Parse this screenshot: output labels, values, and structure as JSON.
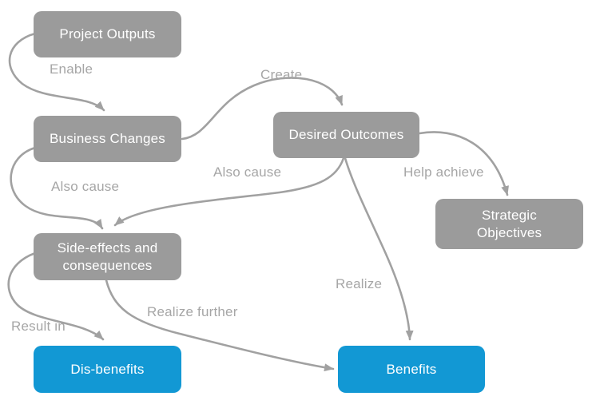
{
  "colors": {
    "node_gray": "#9b9b9b",
    "node_blue": "#1298d4",
    "arrow": "#a1a1a1",
    "edge_label_text": "#a6a6a6",
    "node_text": "#ffffff",
    "background": "#ffffff"
  },
  "nodes": [
    {
      "id": "project-outputs",
      "label": "Project Outputs",
      "style": "gray"
    },
    {
      "id": "business-changes",
      "label": "Business Changes",
      "style": "gray"
    },
    {
      "id": "desired-outcomes",
      "label": "Desired Outcomes",
      "style": "gray"
    },
    {
      "id": "strategic-objectives",
      "label": "Strategic Objectives",
      "style": "gray"
    },
    {
      "id": "side-effects",
      "label": "Side-effects and consequences",
      "style": "gray"
    },
    {
      "id": "dis-benefits",
      "label": "Dis-benefits",
      "style": "blue"
    },
    {
      "id": "benefits",
      "label": "Benefits",
      "style": "blue"
    }
  ],
  "edges": [
    {
      "label": "Enable",
      "from": "project-outputs",
      "to": "business-changes"
    },
    {
      "label": "Create",
      "from": "business-changes",
      "to": "desired-outcomes"
    },
    {
      "label": "Also cause",
      "from": "business-changes",
      "to": "side-effects"
    },
    {
      "label": "Also cause",
      "from": "desired-outcomes",
      "to": "side-effects"
    },
    {
      "label": "Help achieve",
      "from": "desired-outcomes",
      "to": "strategic-objectives"
    },
    {
      "label": "Realize",
      "from": "desired-outcomes",
      "to": "benefits"
    },
    {
      "label": "Result in",
      "from": "side-effects",
      "to": "dis-benefits"
    },
    {
      "label": "Realize further",
      "from": "side-effects",
      "to": "benefits"
    }
  ]
}
